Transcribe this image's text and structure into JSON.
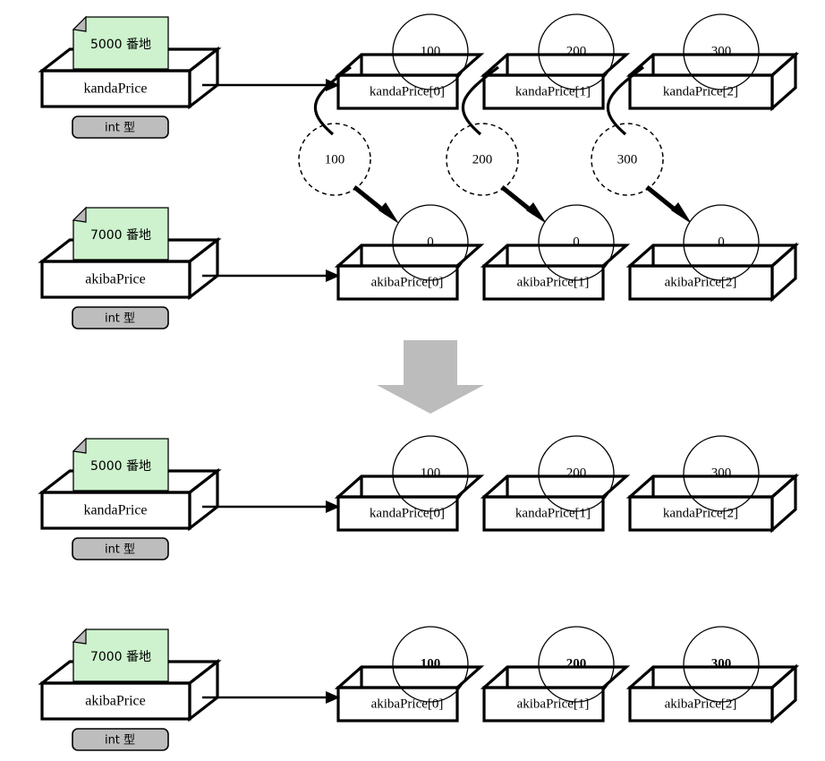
{
  "diagram": {
    "title": "kandaPrice / akibaPrice array copy diagram",
    "type_label": "int 型",
    "colors": {
      "note_fill": "#cdf2cd",
      "note_fold": "#b9b9b9",
      "badge_fill": "#bdbdbd",
      "big_arrow": "#bcbcbc",
      "line": "#000000",
      "face": "#ffffff"
    }
  },
  "before": {
    "kanda": {
      "variable": {
        "name": "kandaPrice",
        "address_note": "5000 番地",
        "type_label": "int 型"
      },
      "cells": [
        {
          "label": "kandaPrice[0]",
          "value": "100",
          "bold": false
        },
        {
          "label": "kandaPrice[1]",
          "value": "200",
          "bold": false
        },
        {
          "label": "kandaPrice[2]",
          "value": "300",
          "bold": false
        }
      ]
    },
    "transfer_bubbles": [
      {
        "value": "100"
      },
      {
        "value": "200"
      },
      {
        "value": "300"
      }
    ],
    "akiba": {
      "variable": {
        "name": "akibaPrice",
        "address_note": "7000 番地",
        "type_label": "int 型"
      },
      "cells": [
        {
          "label": "akibaPrice[0]",
          "value": "0",
          "bold": false
        },
        {
          "label": "akibaPrice[1]",
          "value": "0",
          "bold": false
        },
        {
          "label": "akibaPrice[2]",
          "value": "0",
          "bold": false
        }
      ]
    }
  },
  "after": {
    "kanda": {
      "variable": {
        "name": "kandaPrice",
        "address_note": "5000 番地",
        "type_label": "int 型"
      },
      "cells": [
        {
          "label": "kandaPrice[0]",
          "value": "100",
          "bold": false
        },
        {
          "label": "kandaPrice[1]",
          "value": "200",
          "bold": false
        },
        {
          "label": "kandaPrice[2]",
          "value": "300",
          "bold": false
        }
      ]
    },
    "akiba": {
      "variable": {
        "name": "akibaPrice",
        "address_note": "7000 番地",
        "type_label": "int 型"
      },
      "cells": [
        {
          "label": "akibaPrice[0]",
          "value": "100",
          "bold": true
        },
        {
          "label": "akibaPrice[1]",
          "value": "200",
          "bold": true
        },
        {
          "label": "akibaPrice[2]",
          "value": "300",
          "bold": true
        }
      ]
    }
  }
}
